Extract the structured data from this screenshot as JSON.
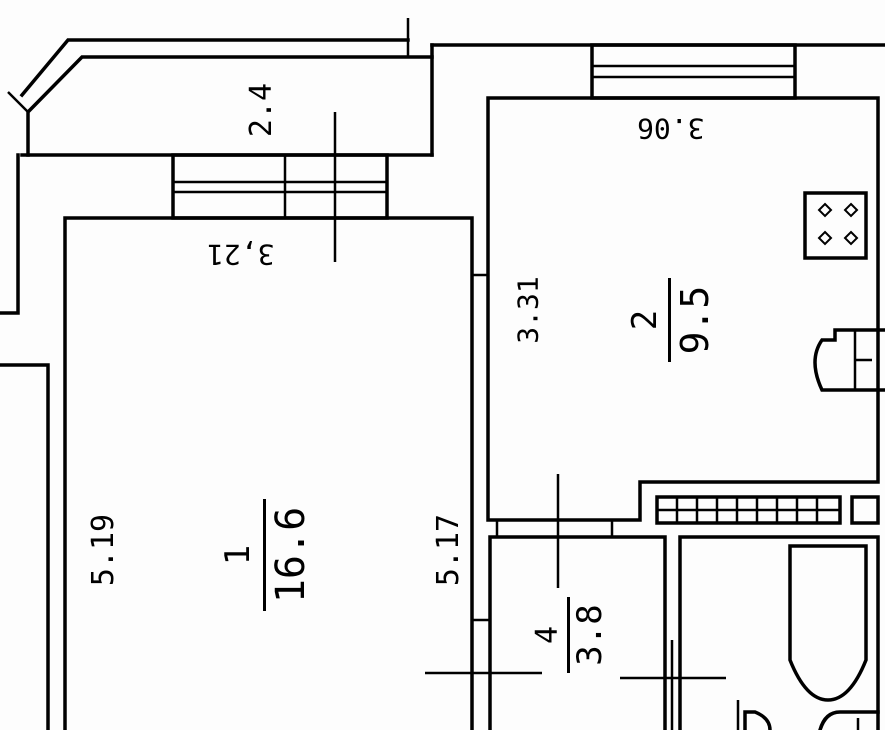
{
  "rooms": [
    {
      "number": "1",
      "area": "16.6"
    },
    {
      "number": "2",
      "area": "9.5"
    },
    {
      "number": "4",
      "area": "3.8"
    }
  ],
  "balcony": {
    "area": "2.4"
  },
  "dimensions": {
    "kitchen_width": "3.06",
    "kitchen_depth": "3.31",
    "room_width": "3,21",
    "room_left_length": "5.19",
    "room_right_length": "5.17"
  }
}
